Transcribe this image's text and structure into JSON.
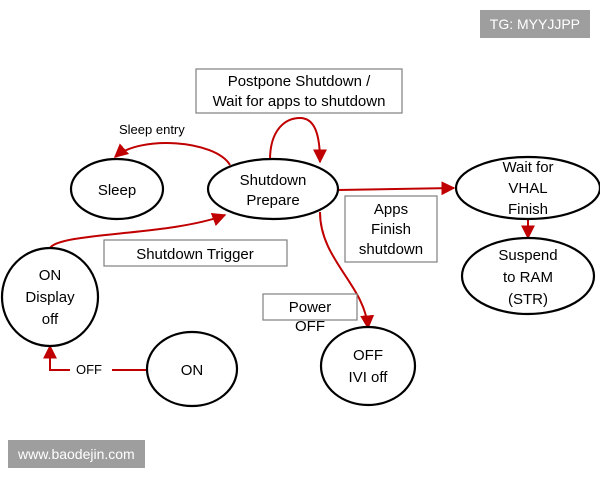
{
  "states": {
    "sleep": {
      "lines": [
        "Sleep"
      ]
    },
    "shutdown_prepare": {
      "lines": [
        "Shutdown",
        "Prepare"
      ]
    },
    "wait_vhal": {
      "lines": [
        "Wait for",
        "VHAL",
        "Finish"
      ]
    },
    "suspend": {
      "lines": [
        "Suspend",
        "to RAM",
        "(STR)"
      ]
    },
    "on_display_off": {
      "lines": [
        "ON",
        "Display",
        "off"
      ]
    },
    "on": {
      "lines": [
        "ON"
      ]
    },
    "off_ivi": {
      "lines": [
        "OFF",
        "IVI off"
      ]
    }
  },
  "notes": {
    "postpone": [
      "Postpone Shutdown /",
      "Wait for apps to shutdown"
    ],
    "apps_finish": [
      "Apps",
      "Finish",
      "shutdown"
    ],
    "shutdown_trigger": "Shutdown Trigger",
    "power_off": [
      "Power",
      "OFF"
    ]
  },
  "edge_labels": {
    "sleep_entry": "Sleep entry",
    "off": "OFF"
  },
  "colors": {
    "arrow": "#c00000",
    "watermark_bg": "#9e9e9e"
  },
  "watermarks": {
    "top": "TG: MYYJJPP",
    "bottom": "www.baodejin.com"
  }
}
